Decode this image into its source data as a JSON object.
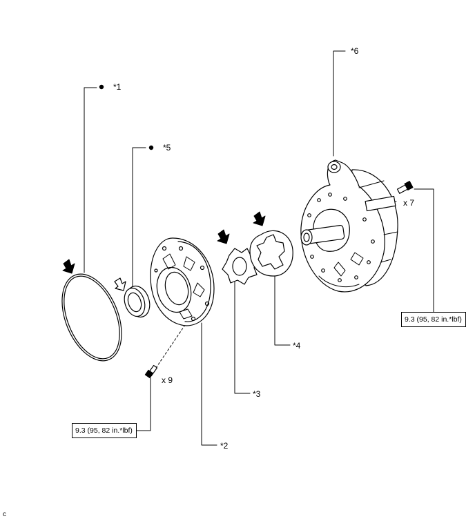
{
  "callouts": {
    "c1": "*1",
    "c2": "*2",
    "c3": "*3",
    "c4": "*4",
    "c5": "*5",
    "c6": "*6"
  },
  "quantities": {
    "bolt_rear": "x 7",
    "bolt_front": "x 9"
  },
  "torque": {
    "right": "9.3 (95, 82 in.*lbf)",
    "left": "9.3 (95, 82 in.*lbf)"
  },
  "corner_mark": "c",
  "colors": {
    "ink": "#000000",
    "background": "#ffffff",
    "shade": "#e6e6e6"
  }
}
